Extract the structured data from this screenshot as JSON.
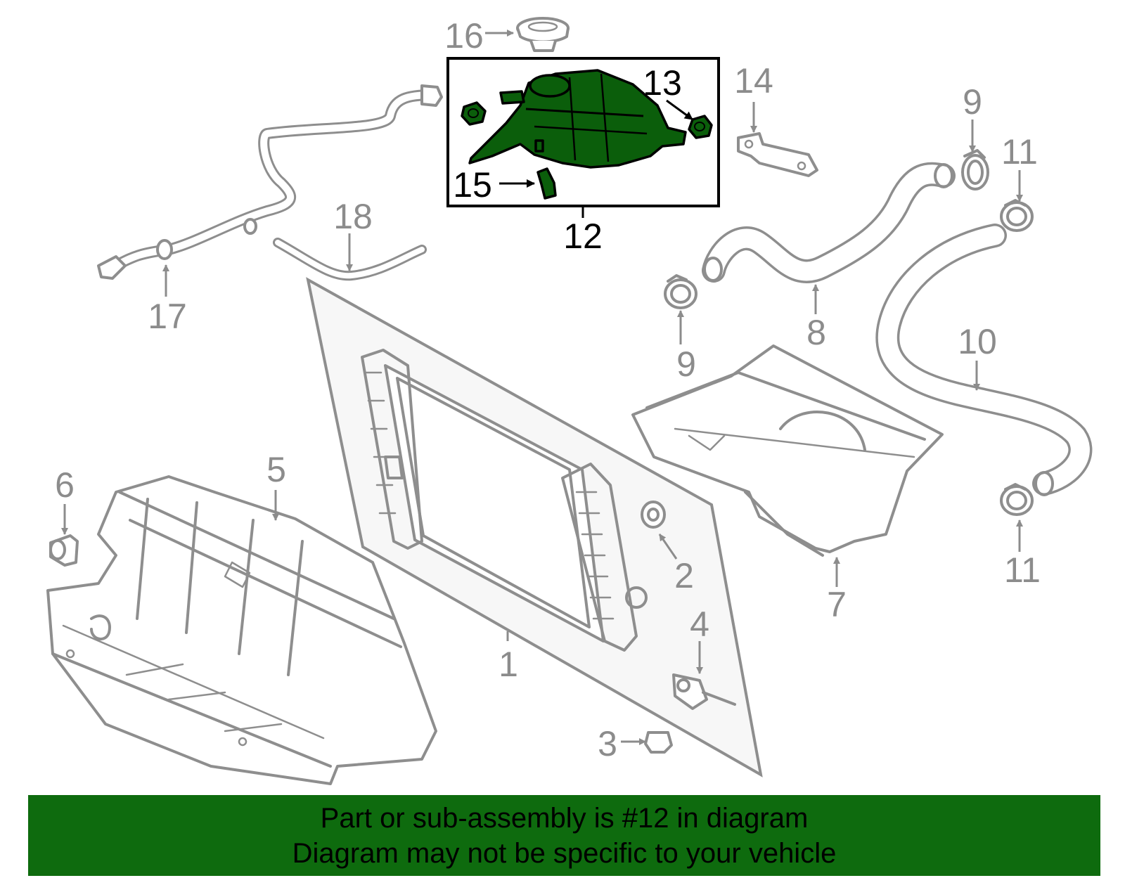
{
  "colors": {
    "banner_bg": "#0e6b0e",
    "highlight_part": "#0b5e0b",
    "part_stroke": "#8e8e8e",
    "callout_text": "#8c8c8c",
    "highlight_text": "#000000"
  },
  "highlighted_callout": "12",
  "callouts": [
    {
      "id": "c1",
      "label": "1"
    },
    {
      "id": "c2",
      "label": "2"
    },
    {
      "id": "c3",
      "label": "3"
    },
    {
      "id": "c4",
      "label": "4"
    },
    {
      "id": "c5",
      "label": "5"
    },
    {
      "id": "c6",
      "label": "6"
    },
    {
      "id": "c7",
      "label": "7"
    },
    {
      "id": "c8",
      "label": "8"
    },
    {
      "id": "c9a",
      "label": "9"
    },
    {
      "id": "c9b",
      "label": "9"
    },
    {
      "id": "c10",
      "label": "10"
    },
    {
      "id": "c11a",
      "label": "11"
    },
    {
      "id": "c11b",
      "label": "11"
    },
    {
      "id": "c12",
      "label": "12"
    },
    {
      "id": "c13",
      "label": "13"
    },
    {
      "id": "c14",
      "label": "14"
    },
    {
      "id": "c15",
      "label": "15"
    },
    {
      "id": "c16",
      "label": "16"
    },
    {
      "id": "c17",
      "label": "17"
    },
    {
      "id": "c18",
      "label": "18"
    }
  ],
  "banner": {
    "line1": "Part or sub-assembly is #12 in diagram",
    "line2": "Diagram may not be specific to your vehicle"
  }
}
